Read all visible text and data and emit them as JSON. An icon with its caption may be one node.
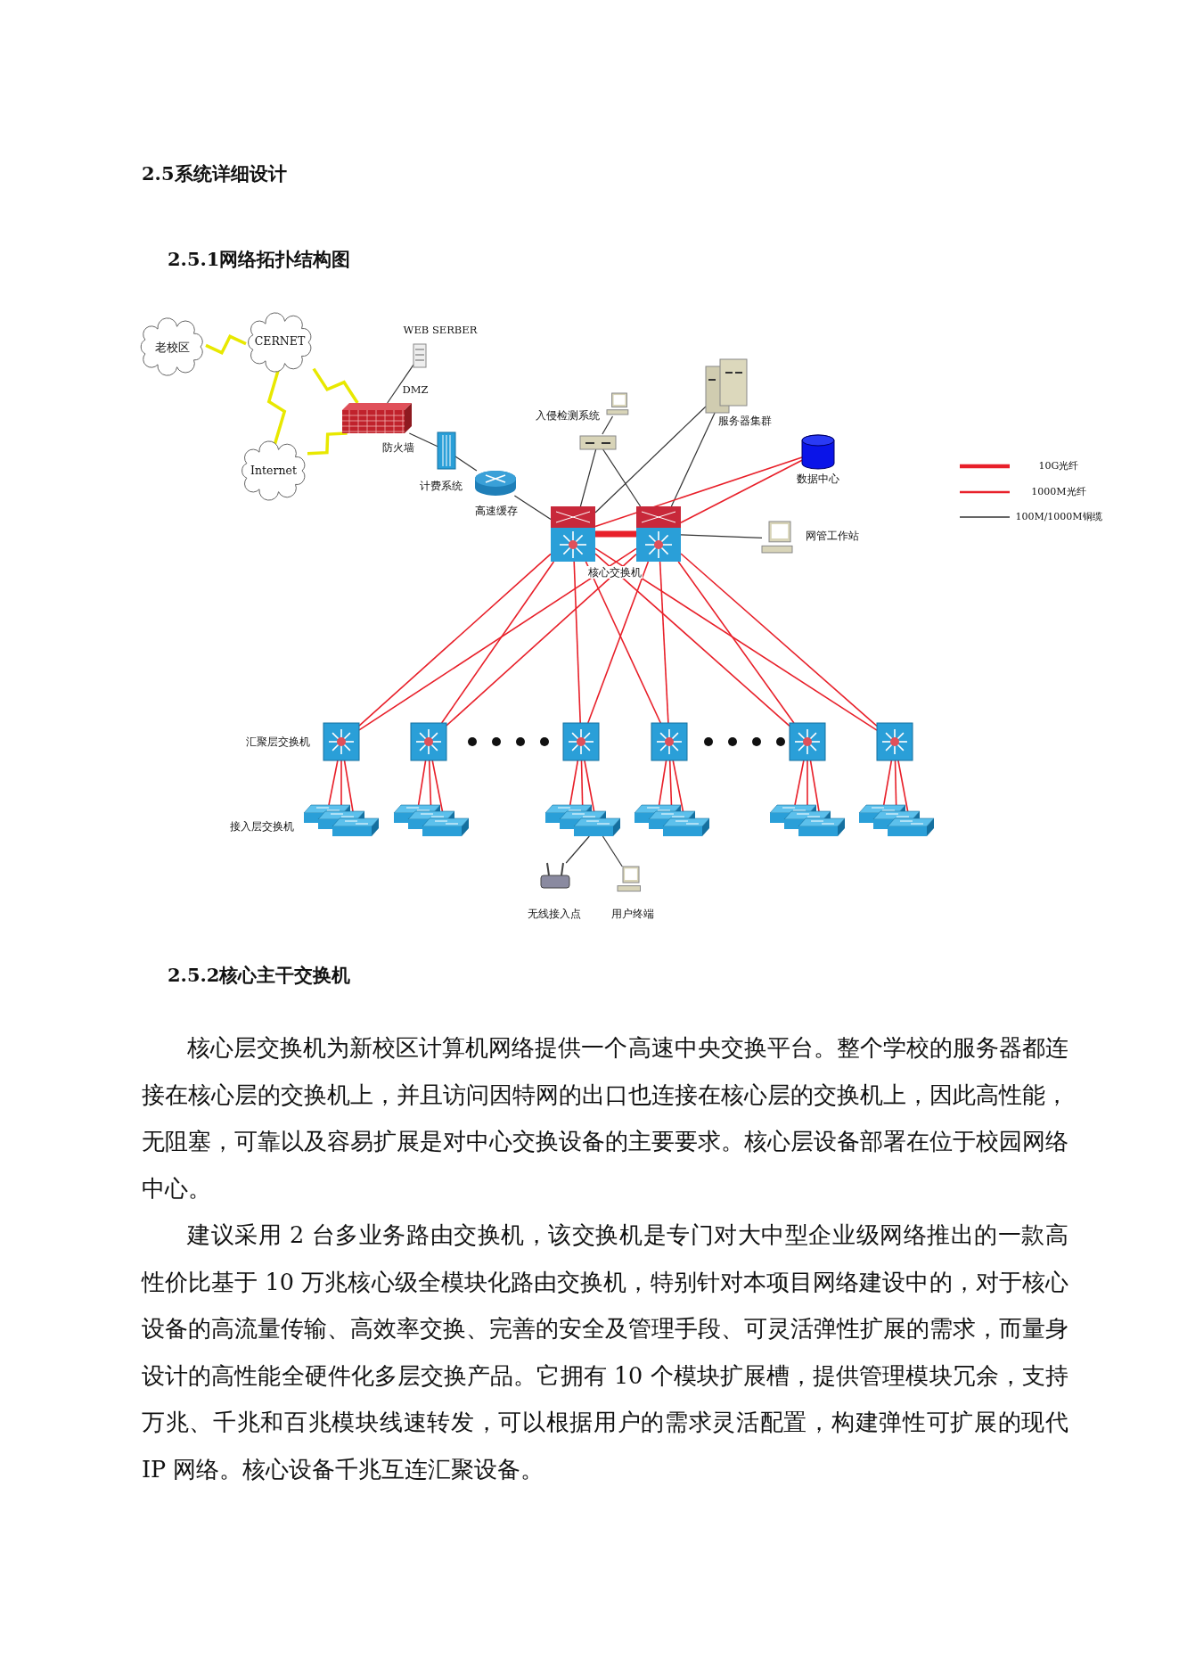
{
  "diagram": {
    "nodes": [
      {
        "text": [
          "老校区"
        ]
      },
      {
        "text": [
          "CERNET"
        ]
      },
      {
        "text": [
          "WEB SERBER"
        ]
      },
      {
        "text": [
          "Internet"
        ]
      },
      {
        "text": [
          "防火墙"
        ]
      },
      {
        "text": [
          "计费系统"
        ]
      },
      {
        "text": [
          "入侵检测系统"
        ]
      },
      {
        "text": [],
        "shape": "picture"
      },
      {
        "text": [
          "服务器集群"
        ]
      },
      {
        "text": [
          "数据中心"
        ]
      },
      {
        "text": [
          "高速缓存"
        ]
      },
      {
        "text": [],
        "shape": "picture"
      },
      {
        "text": [],
        "shape": "picture"
      },
      {
        "text": [
          "网管工作站"
        ]
      },
      {
        "text": [],
        "shape": "picture"
      },
      {
        "text": [],
        "shape": "picture"
      },
      {
        "text": [],
        "shape": "picture"
      },
      {
        "text": [],
        "shape": "picture"
      },
      {
        "text": [],
        "shape": "picture"
      },
      {
        "text": [],
        "shape": "picture"
      },
      {
        "text": [],
        "shape": "picture"
      },
      {
        "text": [],
        "shape": "picture"
      },
      {
        "text": [],
        "shape": "picture"
      },
      {
        "text": [],
        "shape": "picture"
      },
      {
        "text": [],
        "shape": "picture"
      },
      {
        "text": [],
        "shape": "picture"
      },
      {
        "text": [],
        "shape": "picture"
      },
      {
        "text": [],
        "shape": "picture"
      },
      {
        "text": [],
        "shape": "picture"
      },
      {
        "text": [],
        "shape": "picture"
      },
      {
        "text": [],
        "shape": "picture"
      },
      {
        "text": [],
        "shape": "picture"
      },
      {
        "text": [],
        "shape": "picture"
      },
      {
        "text": [],
        "shape": "picture"
      },
      {
        "text": [],
        "shape": "picture"
      },
      {
        "text": [],
        "shape": "picture"
      },
      {
        "text": [],
        "shape": "picture"
      },
      {
        "text": [],
        "shape": "picture"
      },
      {
        "text": [
          "无线接入点"
        ]
      },
      {
        "text": [
          "用户终端"
        ]
      }
    ],
    "edges": [
      {
        "from": 0,
        "to": 1,
        "arrow": "none",
        "color": "#e8e800"
      },
      {
        "from": 1,
        "to": 3,
        "arrow": "none",
        "color": "#e8e800"
      },
      {
        "from": 1,
        "to": 4,
        "arrow": "none",
        "color": "#e8e800"
      },
      {
        "from": 3,
        "to": 4,
        "arrow": "none",
        "color": "#e8e800"
      },
      {
        "from": 4,
        "to": 2,
        "arrow": "none",
        "color": "#333333"
      },
      {
        "from": 4,
        "to": 5,
        "arrow": "none",
        "color": "#333333"
      },
      {
        "from": 5,
        "to": 10,
        "arrow": "none",
        "color": "#333333"
      },
      {
        "from": 10,
        "to": 11,
        "arrow": "none",
        "color": "#333333"
      },
      {
        "from": 6,
        "to": 7,
        "arrow": "none",
        "color": "#333333"
      },
      {
        "from": 7,
        "to": 11,
        "arrow": "none",
        "color": "#333333"
      },
      {
        "from": 7,
        "to": 12,
        "arrow": "none",
        "color": "#333333"
      },
      {
        "from": 8,
        "to": 11,
        "arrow": "none",
        "color": "#333333"
      },
      {
        "from": 8,
        "to": 12,
        "arrow": "none",
        "color": "#333333"
      },
      {
        "from": 9,
        "to": 11,
        "arrow": "none"
      },
      {
        "from": 9,
        "to": 12,
        "arrow": "none"
      },
      {
        "from": 11,
        "to": 12,
        "arrow": "none",
        "style": "thick"
      },
      {
        "from": 11,
        "to": 12,
        "arrow": "none",
        "style": "thick"
      },
      {
        "from": 12,
        "to": 13,
        "arrow": "none",
        "color": "#333333"
      },
      {
        "from": 11,
        "to": 14,
        "arrow": "none"
      },
      {
        "from": 11,
        "to": 15,
        "arrow": "none"
      },
      {
        "from": 11,
        "to": 16,
        "arrow": "none"
      },
      {
        "from": 11,
        "to": 17,
        "arrow": "none"
      },
      {
        "from": 11,
        "to": 18,
        "arrow": "none"
      },
      {
        "from": 11,
        "to": 19,
        "arrow": "none"
      },
      {
        "from": 12,
        "to": 14,
        "arrow": "none"
      },
      {
        "from": 12,
        "to": 15,
        "arrow": "none"
      },
      {
        "from": 12,
        "to": 16,
        "arrow": "none"
      },
      {
        "from": 12,
        "to": 17,
        "arrow": "none"
      },
      {
        "from": 12,
        "to": 18,
        "arrow": "none"
      },
      {
        "from": 12,
        "to": 19,
        "arrow": "none"
      },
      {
        "from": 14,
        "to": 20,
        "arrow": "none"
      },
      {
        "from": 14,
        "to": 21,
        "arrow": "none"
      },
      {
        "from": 14,
        "to": 22,
        "arrow": "none"
      },
      {
        "from": 15,
        "to": 23,
        "arrow": "none"
      },
      {
        "from": 15,
        "to": 24,
        "arrow": "none"
      },
      {
        "from": 15,
        "to": 25,
        "arrow": "none"
      },
      {
        "from": 16,
        "to": 26,
        "arrow": "none"
      },
      {
        "from": 16,
        "to": 27,
        "arrow": "none"
      },
      {
        "from": 16,
        "to": 28,
        "arrow": "none"
      },
      {
        "from": 17,
        "to": 29,
        "arrow": "none"
      },
      {
        "from": 17,
        "to": 30,
        "arrow": "none"
      },
      {
        "from": 17,
        "to": 31,
        "arrow": "none"
      },
      {
        "from": 18,
        "to": 32,
        "arrow": "none"
      },
      {
        "from": 18,
        "to": 33,
        "arrow": "none"
      },
      {
        "from": 18,
        "to": 34,
        "arrow": "none"
      },
      {
        "from": 19,
        "to": 35,
        "arrow": "none"
      },
      {
        "from": 19,
        "to": 36,
        "arrow": "none"
      },
      {
        "from": 19,
        "to": 37,
        "arrow": "none"
      },
      {
        "from": 28,
        "to": 38,
        "arrow": "none",
        "color": "#333333"
      },
      {
        "from": 28,
        "to": 39,
        "arrow": "none",
        "color": "#333333"
      }
    ],
    "labels": [
      "2.5系统详细设计",
      "2.5.1网络拓扑结构图",
      "DMZ",
      "核心交换机",
      "汇聚层交换机",
      "接入层交换机",
      "2.5.2核心主干交换机",
      "核心层交换机为新校区计算机网络提供一个高速中央交换平台。整个学校的服务器都连接在核心层的交换机上，并且访问因特网的出口也连接在核心层的交换机上，因此高性能，无阻塞，可靠以及容易扩展是对中心交换设备的主要要求。核心层设备部署在位于校园网络中心。",
      "建议采用 2 台多业务路由交换机，该交换机是专门对大中型企业级网络推出的一款高性价比基于 10 万兆核心级全模块化路由交换机，特别针对本项目网络建设中的，对于核心设备的高流量传输、高效率交换、完善的安全及管理手段、可灵活弹性扩展的需求，而量身设计的高性能全硬件化多层交换产品。它拥有 10 个模块扩展槽，提供管理模块冗余，支持万兆、千兆和百兆模块线速转发，可以根据用户的需求灵活配置，构建弹性可扩展的现代 IP 网络。核心设备千兆互连汇聚设备。"
    ],
    "legend": [
      {
        "text": "10G光纤"
      },
      {
        "text": "1000M光纤"
      },
      {
        "text": "100M/1000M铜缆"
      }
    ]
  }
}
